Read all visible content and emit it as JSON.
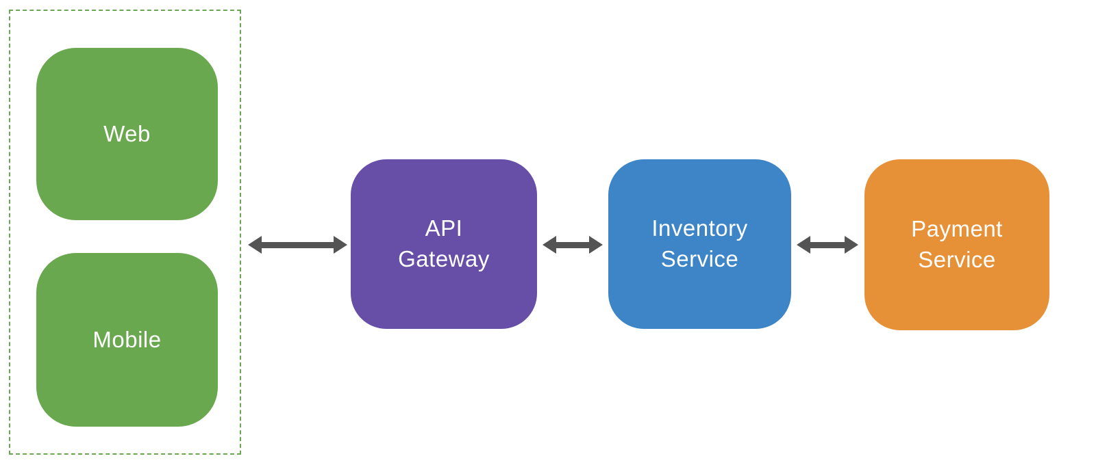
{
  "colors": {
    "background": "#ffffff",
    "client_node": "#6aa84f",
    "group_border": "#6aa84f",
    "api_gateway_node": "#674ea7",
    "inventory_node": "#3d85c6",
    "payment_node": "#e69138",
    "arrow": "#545454",
    "node_text": "#ffffff"
  },
  "diagram": {
    "type": "architecture-flow",
    "client_group": {
      "nodes": [
        {
          "id": "web",
          "label": "Web"
        },
        {
          "id": "mobile",
          "label": "Mobile"
        }
      ]
    },
    "services": [
      {
        "id": "api-gateway",
        "label": "API\nGateway"
      },
      {
        "id": "inventory-service",
        "label": "Inventory\nService"
      },
      {
        "id": "payment-service",
        "label": "Payment\nService"
      }
    ],
    "connections": [
      {
        "from": "client-group",
        "to": "api-gateway",
        "direction": "bidirectional"
      },
      {
        "from": "api-gateway",
        "to": "inventory-service",
        "direction": "bidirectional"
      },
      {
        "from": "inventory-service",
        "to": "payment-service",
        "direction": "bidirectional"
      }
    ]
  }
}
